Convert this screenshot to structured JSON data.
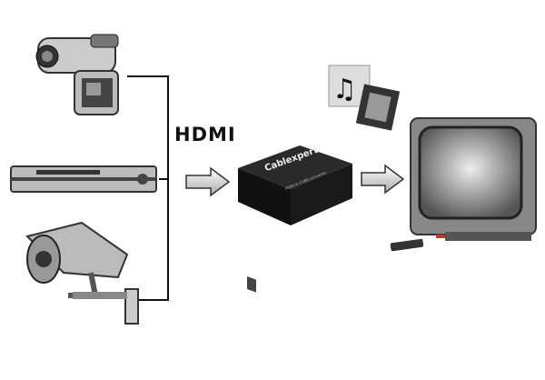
{
  "label": "HDMI",
  "converter": {
    "brand": "Cablexpert",
    "model_text": "HDMI to CVBS converter"
  },
  "sources": [
    "camcorder",
    "dvd-player",
    "security-camera"
  ],
  "outputs": [
    "music-notes",
    "film-strip",
    "crt-television"
  ]
}
